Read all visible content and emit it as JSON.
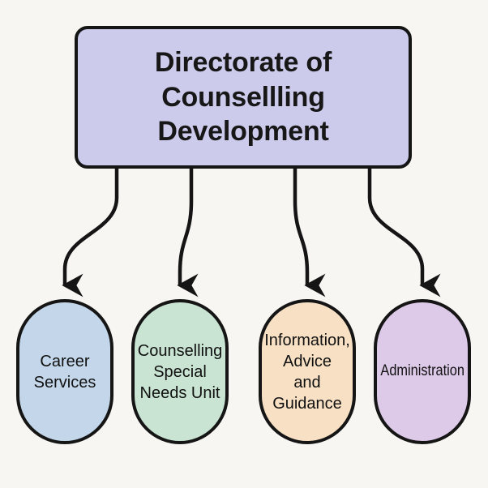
{
  "diagram": {
    "title": "Directorate of Counsellling Development",
    "type": "organizational-hierarchy-chart",
    "background_color": "#f8f6f2",
    "stroke_color": "#151515",
    "root": {
      "label": "Directorate of Counsellling Development",
      "line_1": "Directorate of",
      "line_2": "Counsellling",
      "line_3": "Development",
      "fill_color": "#cdcbec",
      "shape": "rounded-rectangle"
    },
    "children": [
      {
        "label": "Career Services",
        "line_1": "Career",
        "line_2": "Services",
        "fill_color": "#c4d7ea",
        "shape": "stadium"
      },
      {
        "label": "Counselling Special Needs Unit",
        "line_1": "Counselling",
        "line_2": "Special",
        "line_3": "Needs Unit",
        "fill_color": "#c9e4d3",
        "shape": "stadium"
      },
      {
        "label": "Information, Advice and Guidance",
        "line_1": "Information,",
        "line_2": "Advice",
        "line_3": "and",
        "line_4": "Guidance",
        "fill_color": "#f7e0c4",
        "shape": "stadium"
      },
      {
        "label": "Administration",
        "line_1": "Administration",
        "fill_color": "#ddc9e8",
        "shape": "stadium"
      }
    ],
    "connectors": [
      {
        "from": "root",
        "to": "Career Services",
        "style": "curved-arrow"
      },
      {
        "from": "root",
        "to": "Counselling Special Needs Unit",
        "style": "curved-arrow"
      },
      {
        "from": "root",
        "to": "Information, Advice and Guidance",
        "style": "curved-arrow"
      },
      {
        "from": "root",
        "to": "Administration",
        "style": "curved-arrow"
      }
    ]
  }
}
